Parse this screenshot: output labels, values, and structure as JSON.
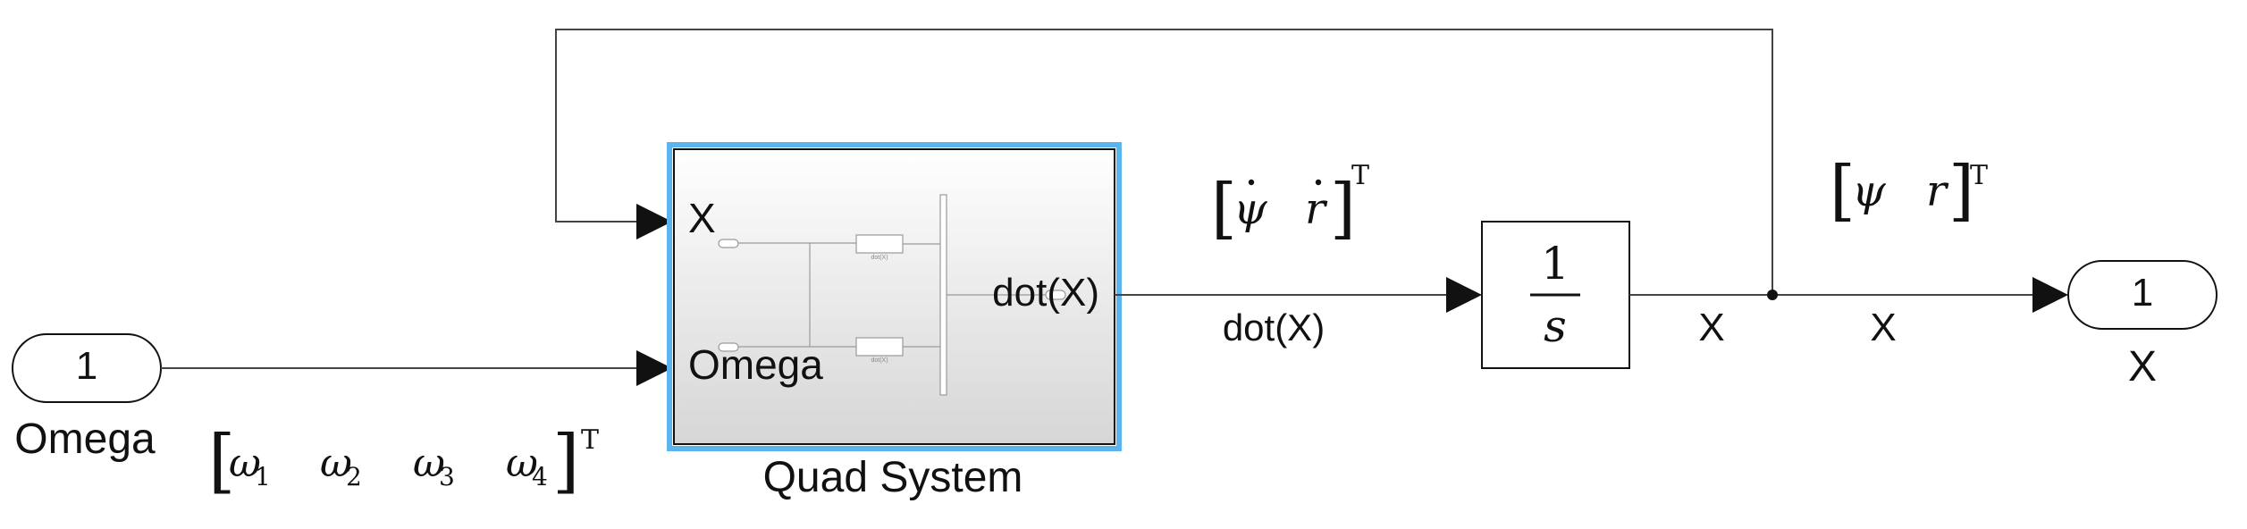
{
  "inport": {
    "number": "1",
    "label": "Omega"
  },
  "input_signal": {
    "symbol": "ω",
    "subscripts": [
      "1",
      "2",
      "3",
      "4"
    ],
    "transpose": "T"
  },
  "subsystem": {
    "name": "Quad System",
    "port_x": "X",
    "port_omega": "Omega",
    "port_out": "dot(X)",
    "preview": {
      "block_top": "dot(X)",
      "block_bottom": "dot(X)"
    }
  },
  "derivative_signal": {
    "symbol_psi": "ψ",
    "symbol_r": "r",
    "transpose": "T",
    "line_label": "dot(X)"
  },
  "integrator": {
    "numerator": "1",
    "denominator": "s"
  },
  "state_signal": {
    "symbol_psi": "ψ",
    "symbol_r": "r",
    "transpose": "T",
    "line_label_1": "X",
    "line_label_2": "X"
  },
  "outport": {
    "number": "1",
    "label": "X"
  }
}
